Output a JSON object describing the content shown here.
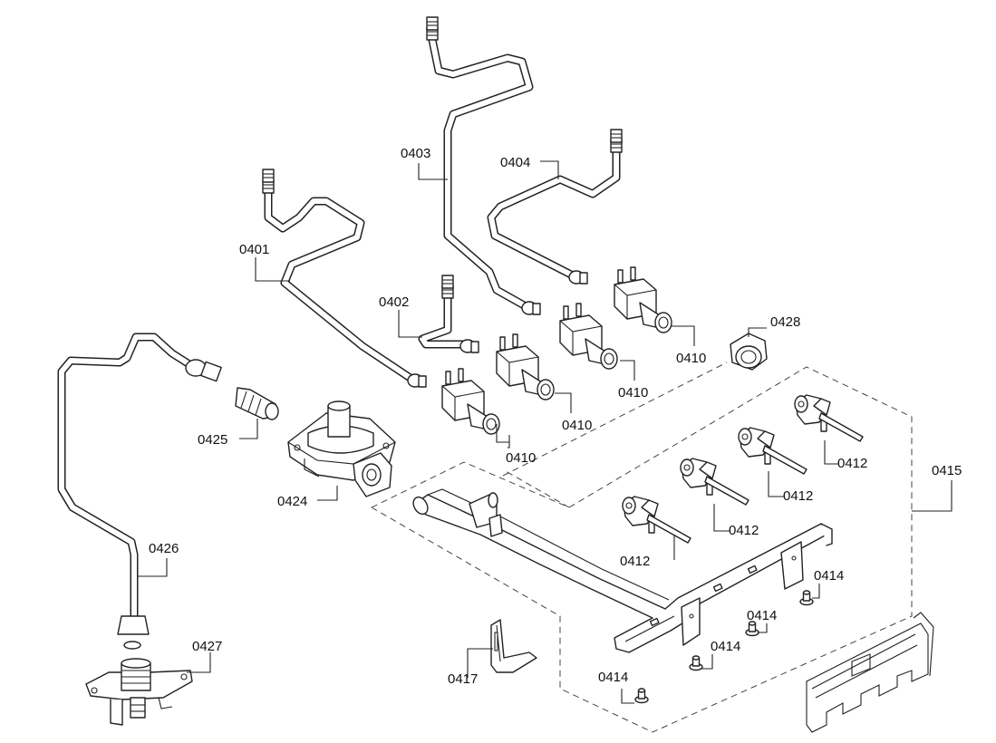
{
  "labels": {
    "l0401": "0401",
    "l0402": "0402",
    "l0403": "0403",
    "l0404": "0404",
    "l0410a": "0410",
    "l0410b": "0410",
    "l0410c": "0410",
    "l0410d": "0410",
    "l0412a": "0412",
    "l0412b": "0412",
    "l0412c": "0412",
    "l0412d": "0412",
    "l0414a": "0414",
    "l0414b": "0414",
    "l0414c": "0414",
    "l0414d": "0414",
    "l0415": "0415",
    "l0417": "0417",
    "l0424": "0424",
    "l0425": "0425",
    "l0426": "0426",
    "l0427": "0427",
    "l0428": "0428"
  }
}
